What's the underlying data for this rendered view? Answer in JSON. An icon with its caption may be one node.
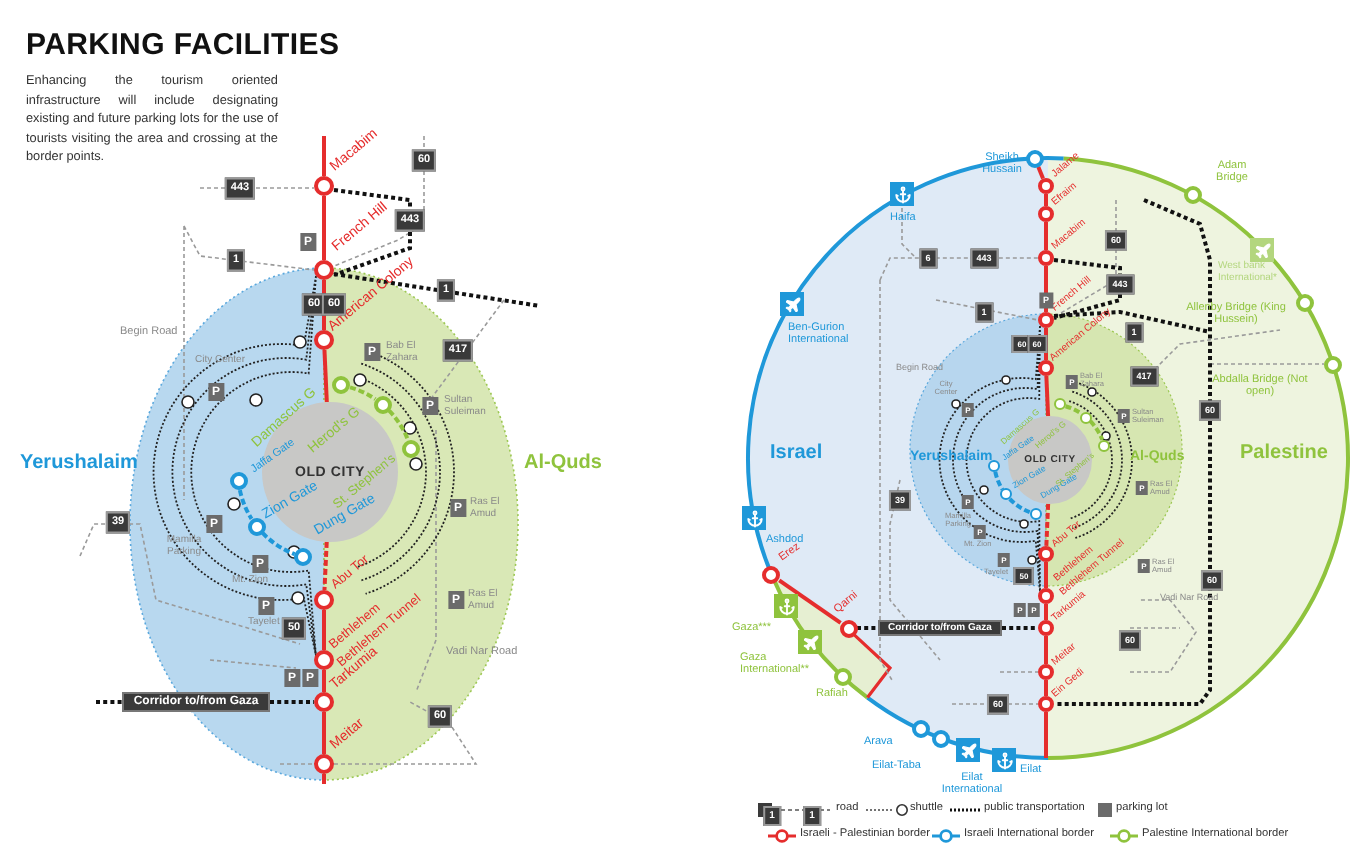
{
  "diagram": {
    "title": "PARKING FACILITIES",
    "caption": "Enhancing the tourism oriented infrastructure will include designating existing and future parking lots for the use of tourists visiting the area and crossing at the border points.",
    "nodes": [
      {
        "text": [],
        "shape": "circle",
        "beside": [
          "Macabim"
        ]
      },
      {
        "text": [],
        "shape": "circle",
        "beside": [
          "French Hill"
        ]
      },
      {
        "text": [],
        "shape": "circle",
        "beside": [
          "American Colony"
        ]
      },
      {
        "text": [
          "OLD CITY"
        ]
      },
      {
        "text": [],
        "shape": "circle",
        "beside": [
          "Abu Tor"
        ]
      },
      {
        "text": [],
        "shape": "circle",
        "beside": [
          "Bethlehem",
          "Bethlehem Tunnel"
        ]
      },
      {
        "text": [],
        "shape": "circle",
        "beside": [
          "Tarkumia"
        ]
      },
      {
        "text": [],
        "shape": "circle",
        "beside": [
          "Meitar"
        ]
      },
      {
        "text": [],
        "shape": "circle"
      },
      {
        "text": [],
        "shape": "circle"
      },
      {
        "text": [],
        "shape": "circle"
      },
      {
        "text": [],
        "shape": "circle"
      },
      {
        "text": [],
        "shape": "circle"
      },
      {
        "text": [],
        "shape": "circle"
      },
      {
        "text": [
          "Corridor to/from Gaza"
        ]
      },
      {
        "text": [],
        "shape": "circle",
        "beside": [
          "Sheikh Hussain"
        ]
      },
      {
        "text": [],
        "shape": "circle",
        "beside": [
          "Jalame"
        ]
      },
      {
        "text": [],
        "shape": "circle",
        "beside": [
          "Efraim"
        ]
      },
      {
        "text": [],
        "shape": "circle",
        "beside": [
          "Macabim"
        ]
      },
      {
        "text": [],
        "shape": "circle",
        "beside": [
          "French Hill"
        ]
      },
      {
        "text": [],
        "shape": "circle",
        "beside": [
          "American Colony"
        ]
      },
      {
        "text": [
          "OLD CITY"
        ]
      },
      {
        "text": [],
        "shape": "circle",
        "beside": [
          "Abu Tor"
        ]
      },
      {
        "text": [],
        "shape": "circle",
        "beside": [
          "Bethlehem",
          "Bethlehem Tunnel"
        ]
      },
      {
        "text": [],
        "shape": "circle",
        "beside": [
          "Tarkumia"
        ]
      },
      {
        "text": [],
        "shape": "circle",
        "beside": [
          "Meitar"
        ]
      },
      {
        "text": [],
        "shape": "circle",
        "beside": [
          "Ein Gedi"
        ]
      },
      {
        "text": [],
        "shape": "circle",
        "beside": [
          "Erez"
        ]
      },
      {
        "text": [],
        "shape": "circle",
        "beside": [
          "Qarni"
        ]
      },
      {
        "text": [],
        "shape": "circle",
        "beside": [
          "Adam Bridge"
        ]
      },
      {
        "text": [],
        "shape": "circle",
        "beside": [
          "Allenby Bridge (King Hussein)"
        ]
      },
      {
        "text": [],
        "shape": "circle",
        "beside": [
          "Abdalla Bridge (Not open)"
        ]
      },
      {
        "text": [],
        "shape": "circle",
        "beside": [
          "Rafiah"
        ]
      },
      {
        "text": [],
        "shape": "circle",
        "beside": [
          "Arava"
        ]
      },
      {
        "text": [],
        "shape": "circle",
        "beside": [
          "Eilat-Taba"
        ]
      },
      {
        "text": [],
        "shape": "circle"
      },
      {
        "text": [],
        "shape": "circle"
      },
      {
        "text": [],
        "shape": "circle"
      },
      {
        "text": [],
        "shape": "circle"
      },
      {
        "text": [],
        "shape": "circle"
      },
      {
        "text": [],
        "shape": "circle"
      },
      {
        "text": [
          "Corridor to/from Gaza"
        ]
      }
    ],
    "edges": [
      {
        "from": 0,
        "to": 1,
        "arrow": "none"
      },
      {
        "from": 1,
        "to": 2,
        "arrow": "none"
      },
      {
        "from": 2,
        "to": 3,
        "arrow": "none"
      },
      {
        "from": 3,
        "to": 4,
        "arrow": "none",
        "style": "dashed"
      },
      {
        "from": 4,
        "to": 5,
        "arrow": "none"
      },
      {
        "from": 5,
        "to": 6,
        "arrow": "none"
      },
      {
        "from": 6,
        "to": 7,
        "arrow": "none"
      },
      {
        "from": 8,
        "to": 9,
        "arrow": "none",
        "style": "dashed",
        "color": "#1f98d9"
      },
      {
        "from": 9,
        "to": 10,
        "arrow": "none",
        "style": "dashed",
        "color": "#1f98d9"
      },
      {
        "from": 11,
        "to": 12,
        "arrow": "none",
        "style": "dashed",
        "color": "#8fc33d"
      },
      {
        "from": 12,
        "to": 13,
        "arrow": "none",
        "style": "dashed",
        "color": "#8fc33d"
      },
      {
        "from": null,
        "to": 14,
        "arrow": "none",
        "style": "dashed",
        "color": "#111111"
      },
      {
        "from": 14,
        "to": 6,
        "arrow": "none",
        "style": "dashed",
        "color": "#111111"
      },
      {
        "from": 15,
        "to": 16,
        "arrow": "none"
      },
      {
        "from": 16,
        "to": 17,
        "arrow": "none"
      },
      {
        "from": 17,
        "to": 18,
        "arrow": "none"
      },
      {
        "from": 18,
        "to": 19,
        "arrow": "none"
      },
      {
        "from": 19,
        "to": 20,
        "arrow": "none"
      },
      {
        "from": 20,
        "to": 21,
        "arrow": "none"
      },
      {
        "from": 21,
        "to": 22,
        "arrow": "none",
        "style": "dashed"
      },
      {
        "from": 22,
        "to": 23,
        "arrow": "none"
      },
      {
        "from": 23,
        "to": 24,
        "arrow": "none"
      },
      {
        "from": 24,
        "to": 25,
        "arrow": "none"
      },
      {
        "from": 25,
        "to": 26,
        "arrow": "none"
      },
      {
        "from": 27,
        "to": 28,
        "arrow": "none"
      },
      {
        "from": 35,
        "to": 36,
        "arrow": "none",
        "style": "dashed",
        "color": "#1f98d9"
      },
      {
        "from": 36,
        "to": 37,
        "arrow": "none",
        "style": "dashed",
        "color": "#1f98d9"
      },
      {
        "from": 38,
        "to": 39,
        "arrow": "none",
        "style": "dashed",
        "color": "#8fc33d"
      },
      {
        "from": 39,
        "to": 40,
        "arrow": "none",
        "style": "dashed",
        "color": "#8fc33d"
      },
      {
        "from": 28,
        "to": 41,
        "arrow": "none",
        "style": "dashed",
        "color": "#111111"
      },
      {
        "from": 41,
        "to": 24,
        "arrow": "none",
        "style": "dashed",
        "color": "#111111"
      }
    ],
    "labels": [
      "443",
      "60",
      "443",
      "P",
      "1",
      "1",
      "60",
      "60",
      "Begin Road",
      "City Center",
      "P",
      "P",
      "Bab El Zahara",
      "417",
      "P",
      "Sultan Suleiman",
      "Yerushalaim",
      "Al-Quds",
      "P",
      "Ras El Amud",
      "39",
      "P",
      "Mamilla Parking",
      "P",
      "Mt. Zion",
      "P",
      "Tayelet",
      "50",
      "P",
      "Ras El Amud",
      "Vadi Nar Road",
      "P",
      "P",
      "60",
      "Haifa",
      "Ben-Gurion International",
      "Israel",
      "Ashdod",
      "Gaza***",
      "Gaza International**",
      "Eilat International",
      "Eilat",
      "West bank International*",
      "Palestine",
      "6",
      "443",
      "443",
      "60",
      "60",
      "P",
      "1",
      "1",
      "60",
      "60",
      "Begin Road",
      "City Center",
      "P",
      "P",
      "Bab El Zahara",
      "417",
      "P",
      "Sultan Suleiman",
      "Yerushalaim",
      "Al-Quds",
      "P",
      "Ras El Amud",
      "39",
      "P",
      "Mamilla Parking",
      "P",
      "Mt. Zion",
      "P",
      "Tayelet",
      "50",
      "P",
      "Ras El Amud",
      "Vadi Nar Road",
      "60",
      "P",
      "P",
      "60",
      "60",
      "1",
      "1",
      "Dung Gate",
      "Damascus G",
      "Herod's G",
      "Jaffa Gate",
      "Zion Gate",
      "St. Stephen's",
      "Jaffa Gate",
      "Zion Gate",
      "Dung Gate",
      "Damascus G",
      "Herod's G",
      "St. Stephen's"
    ],
    "legend": [
      {
        "text": "road"
      },
      {
        "text": "shuttle"
      },
      {
        "text": "public transportation"
      },
      {
        "text": "parking lot"
      },
      {
        "text": "Israeli - Palestinian border"
      },
      {
        "text": "Israeli International border"
      },
      {
        "text": "Palestine International border"
      }
    ]
  }
}
